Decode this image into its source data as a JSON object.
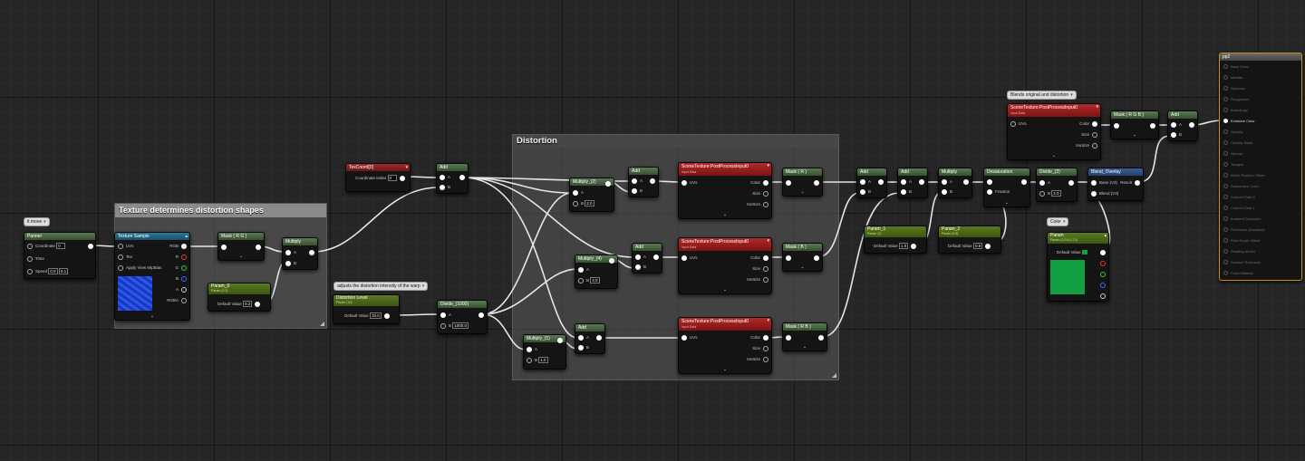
{
  "comments": {
    "texture": "Texture determines distortion shapes",
    "distortion": "Distortion"
  },
  "bubbles": {
    "it_move": "it move",
    "warp": "adjusts the distortion intensity of the warp",
    "blends": "Blends original and distortion",
    "color": "Color"
  },
  "panner": {
    "title": "Panner",
    "coordinate": "Coordinate",
    "coordinate_val": "0",
    "time": "Time",
    "speed": "Speed",
    "speed_x": "0.0",
    "speed_y": "0.1"
  },
  "texture_sample": {
    "title": "Texture Sample",
    "uvs": "UVs",
    "tex": "Tex",
    "apply_mip": "Apply View MipBias",
    "outputs": [
      "RGB",
      "R",
      "G",
      "B",
      "A",
      "RGBA"
    ]
  },
  "mask_rg1": {
    "title": "Mask ( R G )"
  },
  "param0": {
    "title": "Param_0",
    "sub": "Param (0.2)",
    "default_label": "Default Value",
    "default_val": "0.2"
  },
  "multiply_main": {
    "title": "Multiply",
    "a": "A",
    "b": "B"
  },
  "texcoord": {
    "title": "TexCoord[0]",
    "coord_index": "Coordinate Index",
    "coord_val": "0"
  },
  "add_top": {
    "title": "Add",
    "a": "A",
    "b": "B"
  },
  "distortion_level": {
    "title": "Distortion Level",
    "sub": "Param (10)",
    "default_label": "Default Value",
    "default_val": "10.0"
  },
  "divide1000": {
    "title": "Divide_(1000)",
    "a": "A",
    "b": "B",
    "b_val": "1000.0"
  },
  "mult2": {
    "title": "Multiply_(2)",
    "a": "A",
    "b": "B",
    "b_val": "2.0"
  },
  "mult4": {
    "title": "Multiply_(4)",
    "a": "A",
    "b": "B",
    "b_val": "4.0"
  },
  "mult1": {
    "title": "Multiply_(1)",
    "a": "A",
    "b": "B",
    "b_val": "1.0"
  },
  "add_d1": {
    "title": "Add",
    "a": "A",
    "b": "B"
  },
  "add_d2": {
    "title": "Add",
    "a": "A",
    "b": "B"
  },
  "add_d3": {
    "title": "Add",
    "a": "A",
    "b": "B"
  },
  "scene_tex": {
    "title": "SceneTexture:PostProcessInput0",
    "sub": "Input Data",
    "uvs": "UVs",
    "color": "Color",
    "size": "Size",
    "invsize": "InvSize"
  },
  "mask_r": {
    "title": "Mask ( R )"
  },
  "mask_g": {
    "title": "Mask ( B )"
  },
  "mask_b": {
    "title": "Mask ( R B )"
  },
  "add_c1": {
    "title": "Add",
    "a": "A",
    "b": "B"
  },
  "add_c2": {
    "title": "Add",
    "a": "A",
    "b": "B"
  },
  "multiply_c": {
    "title": "Multiply",
    "a": "A",
    "b": "B"
  },
  "param1": {
    "title": "Param_1",
    "sub": "Param (1)",
    "default_label": "Default Value",
    "default_val": "1.0"
  },
  "param2": {
    "title": "Param_2",
    "sub": "Param (0.5)",
    "default_label": "Default Value",
    "default_val": "0.5"
  },
  "desaturation": {
    "title": "Desaturation",
    "fraction": "Fraction"
  },
  "divide2": {
    "title": "Divide_(2)",
    "a": "A",
    "b": "B",
    "b_val": "2.0"
  },
  "blend_overlay": {
    "title": "Blend_Overlay",
    "base": "Base (V3)",
    "blend": "Blend (V3)",
    "result": "Result"
  },
  "param_color": {
    "title": "Param",
    "sub": "Param (0,0.6,0.2,1)",
    "default_label": "Default Value"
  },
  "mask_rgb": {
    "title": "Mask ( R G B )"
  },
  "add_final": {
    "title": "Add",
    "a": "A",
    "b": "B"
  },
  "result_node": {
    "title": "pp2",
    "pins": [
      "Base Color",
      "Metallic",
      "Specular",
      "Roughness",
      "Anisotropy",
      "Emissive Color",
      "Opacity",
      "Opacity Mask",
      "Normal",
      "Tangent",
      "World Position Offset",
      "Subsurface Color",
      "Custom Data 0",
      "Custom Data 1",
      "Ambient Occlusion",
      "Refraction (Disabled)",
      "Pixel Depth Offset",
      "Shading Model",
      "Surface Thickness",
      "Front Material"
    ],
    "active_index": 5
  },
  "colors": {
    "param_swatch": "#12a042",
    "result_border": "#d08a20",
    "mask_swatch": "#1a3fc8"
  }
}
